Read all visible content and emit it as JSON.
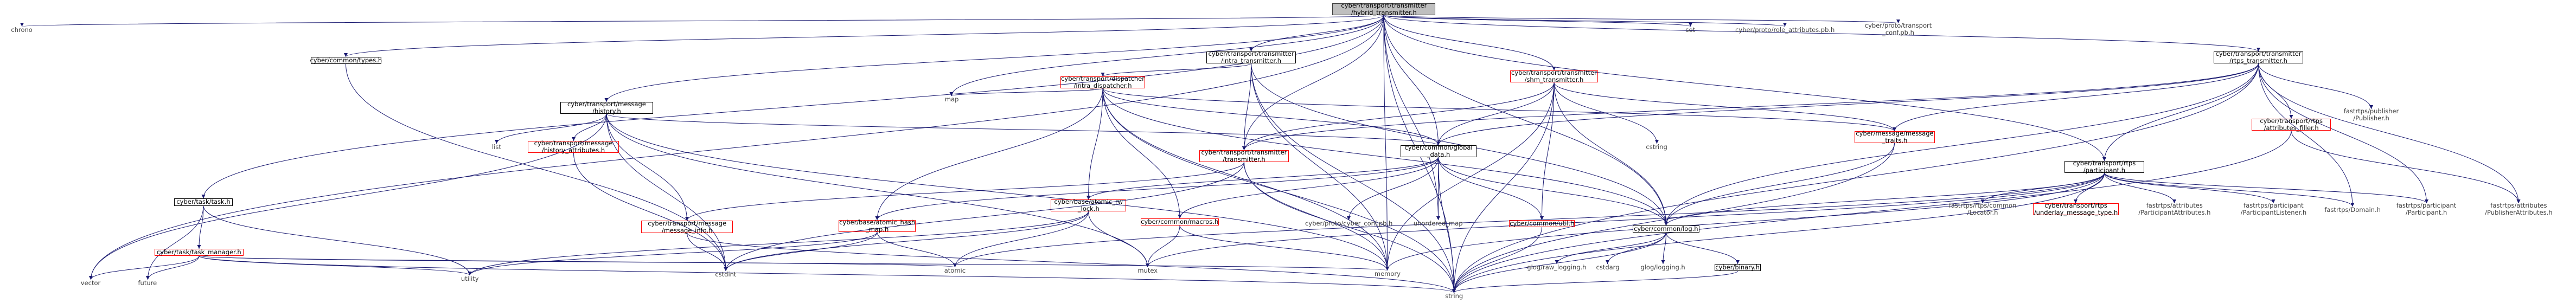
{
  "nodes": {
    "root": "cyber/transport/transmitter\n/hybrid_transmitter.h",
    "chrono": "chrono",
    "task": "cyber/task/task.h",
    "types": "cyber/common/types.h",
    "history": "cyber/transport/message\n/history.h",
    "intra_tx": "cyber/transport/transmitter\n/intra_transmitter.h",
    "intra_disp": "cyber/transport/dispatcher\n/intra_dispatcher.h",
    "map": "map",
    "shm_tx": "cyber/transport/transmitter\n/shm_transmitter.h",
    "set": "set",
    "role_pb": "cyber/proto/role_attributes.pb.h",
    "conf_pb": "cyber/proto/transport\n_conf.pb.h",
    "rtps_tx": "cyber/transport/transmitter\n/rtps_transmitter.h",
    "task_manager": "cyber/task/task_manager.h",
    "list": "list",
    "history_attr": "cyber/transport/message\n/history_attributes.h",
    "transmitter": "cyber/transport/transmitter\n/transmitter.h",
    "global_data": "cyber/common/global\n_data.h",
    "cstring": "cstring",
    "msg_traits": "cyber/message/message\n_traits.h",
    "rtps_participant": "cyber/transport/rtps\n/participant.h",
    "attr_filler": "cyber/transport/rtps\n/attributes_filler.h",
    "publisher": "fastrtps/publisher\n/Publisher.h",
    "vector": "vector",
    "future": "future",
    "message_info": "cyber/transport/message\n/message_info.h",
    "atomic_hash_map": "cyber/base/atomic_hash\n_map.h",
    "atomic_rw_lock": "cyber/base/atomic_rw\n_lock.h",
    "macros": "cyber/common/macros.h",
    "cyber_conf_pb": "cyber/proto/cyber_conf.pb.h",
    "unordered_map": "unordered_map",
    "util": "cyber/common/util.h",
    "log": "cyber/common/log.h",
    "locator": "fastrtps/rtps/common\n/Locator.h",
    "underlay": "cyber/transport/rtps\n/underlay_message_type.h",
    "participant_attrs": "fastrtps/attributes\n/ParticipantAttributes.h",
    "participant_listener": "fastrtps/participant\n/ParticipantListener.h",
    "domain": "fastrtps/Domain.h",
    "fr_participant": "fastrtps/participant\n/Participant.h",
    "publisher_attrs": "fastrtps/attributes\n/PublisherAttributes.h",
    "utility": "utility",
    "cstdint": "cstdint",
    "atomic": "atomic",
    "mutex": "mutex",
    "memory": "memory",
    "glog_raw": "glog/raw_logging.h",
    "cstdarg": "cstdarg",
    "glog": "glog/logging.h",
    "binary": "cyber/binary.h",
    "string": "string"
  },
  "colors": {
    "root_fill": "#bfbfbf",
    "edge": "#191970",
    "red_border": "#ff0000",
    "std_text": "#3f3f3f"
  }
}
